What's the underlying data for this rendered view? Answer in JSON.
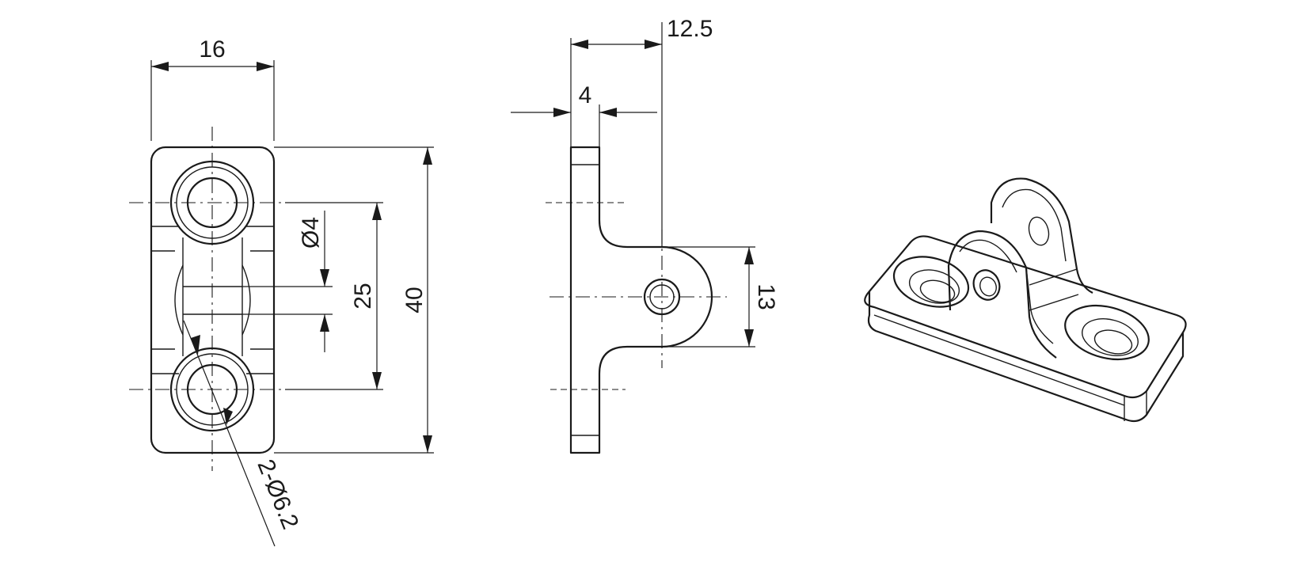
{
  "dimensions": {
    "width_front": "16",
    "height_front": "40",
    "hole_spacing": "25",
    "pin_hole_dia": "Ø4",
    "mount_holes": "2-Ø6.2",
    "total_depth": "12.5",
    "plate_thickness": "4",
    "lug_height": "13"
  }
}
